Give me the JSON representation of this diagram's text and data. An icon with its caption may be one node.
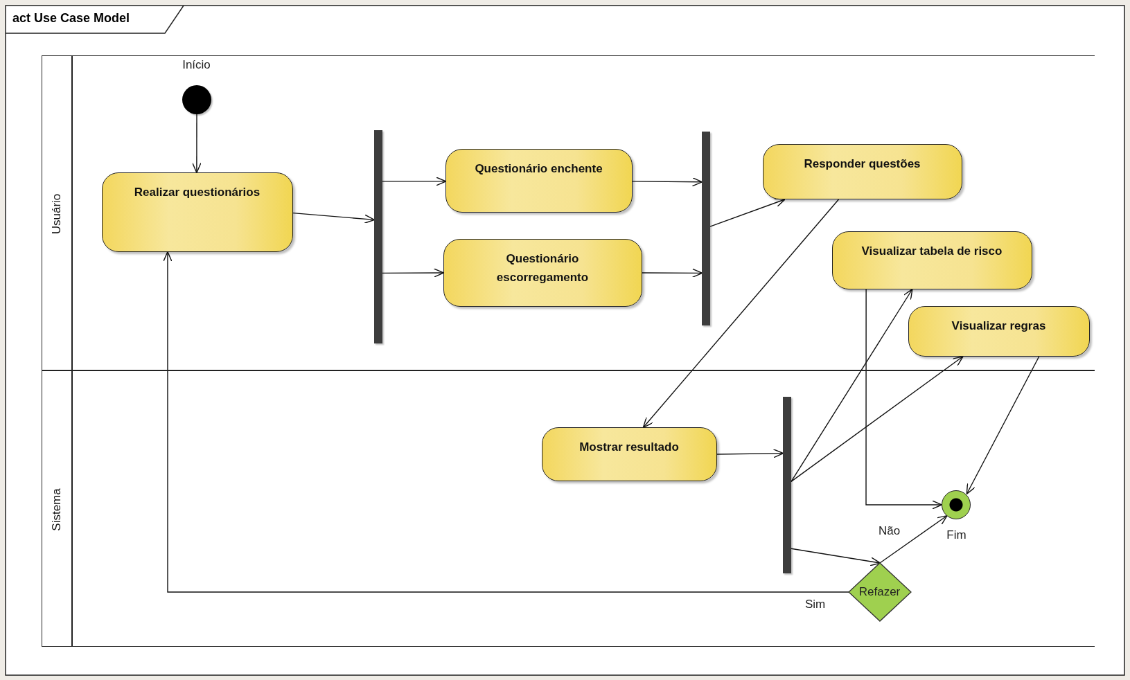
{
  "diagram": {
    "title": "act Use Case Model",
    "nodes": [
      {
        "text": [
          "Usuário"
        ]
      },
      {
        "text": [
          "Sistema"
        ]
      },
      {
        "text": [],
        "shape": "circle",
        "beside": [
          "Início"
        ],
        "in": 0
      },
      {
        "text": [
          "Realizar questionários"
        ],
        "in": 0
      },
      {
        "text": [],
        "shape": "bar",
        "in": 0
      },
      {
        "text": [
          "Questionário enchente"
        ],
        "in": 0
      },
      {
        "text": [
          "Questionário escorregamento"
        ],
        "in": 0
      },
      {
        "text": [],
        "shape": "bar",
        "in": 0
      },
      {
        "text": [
          "Responder questões"
        ],
        "in": 0
      },
      {
        "text": [
          "Visualizar tabela de risco"
        ],
        "in": 0
      },
      {
        "text": [
          "Visualizar regras"
        ],
        "in": 0
      },
      {
        "text": [
          "Mostrar resultado"
        ],
        "in": 1
      },
      {
        "text": [],
        "shape": "bar",
        "in": 1
      },
      {
        "text": [],
        "shape": "circle",
        "beside": [
          "Fim"
        ],
        "in": 1
      },
      {
        "text": [
          "Refazer"
        ],
        "in": 1
      }
    ],
    "edges": [
      {
        "from": 2,
        "to": 3,
        "arrow": "to"
      },
      {
        "from": 3,
        "to": 4,
        "arrow": "to"
      },
      {
        "from": 4,
        "to": 5,
        "arrow": "to"
      },
      {
        "from": 4,
        "to": 6,
        "arrow": "to"
      },
      {
        "from": 5,
        "to": 7,
        "arrow": "to"
      },
      {
        "from": 6,
        "to": 7,
        "arrow": "to"
      },
      {
        "from": 7,
        "to": 8,
        "arrow": "to"
      },
      {
        "from": 8,
        "to": 11,
        "arrow": "to"
      },
      {
        "from": 11,
        "to": 12,
        "arrow": "to"
      },
      {
        "from": 12,
        "to": 9,
        "arrow": "to"
      },
      {
        "from": 12,
        "to": 10,
        "arrow": "to"
      },
      {
        "from": 12,
        "to": 14,
        "arrow": "to"
      },
      {
        "from": 9,
        "to": 13,
        "arrow": "to"
      },
      {
        "from": 10,
        "to": 13,
        "arrow": "to"
      },
      {
        "from": 14,
        "to": 13,
        "label": "Não",
        "arrow": "to"
      },
      {
        "from": 14,
        "to": 3,
        "label": "Sim",
        "arrow": "to"
      }
    ]
  }
}
